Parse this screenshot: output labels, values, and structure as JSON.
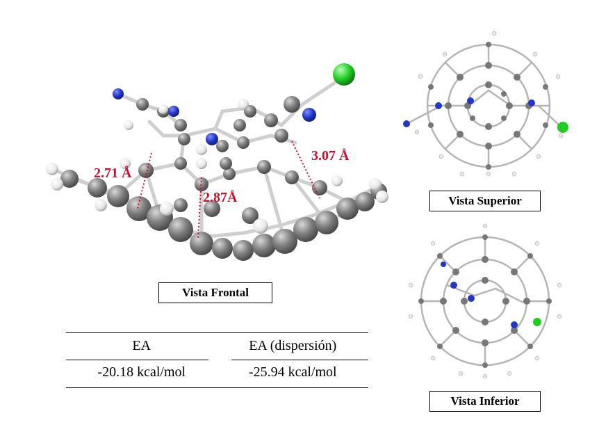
{
  "figure": {
    "views": {
      "frontal": "Vista Frontal",
      "superior": "Vista Superior",
      "inferior": "Vista Inferior"
    },
    "distances": [
      "2.71 Å",
      "2.87Å",
      "3.07 Å"
    ],
    "table": {
      "headers": [
        "EA",
        "EA (dispersión)"
      ],
      "values": [
        "-20.18 kcal/mol",
        "-25.94 kcal/mol"
      ]
    },
    "colors": {
      "carbon": "#7a7a7a",
      "hydrogen": "#f2f2f2",
      "nitrogen": "#2b3fd1",
      "chlorine": "#22cc22",
      "distance_label": "#c8102e"
    }
  }
}
